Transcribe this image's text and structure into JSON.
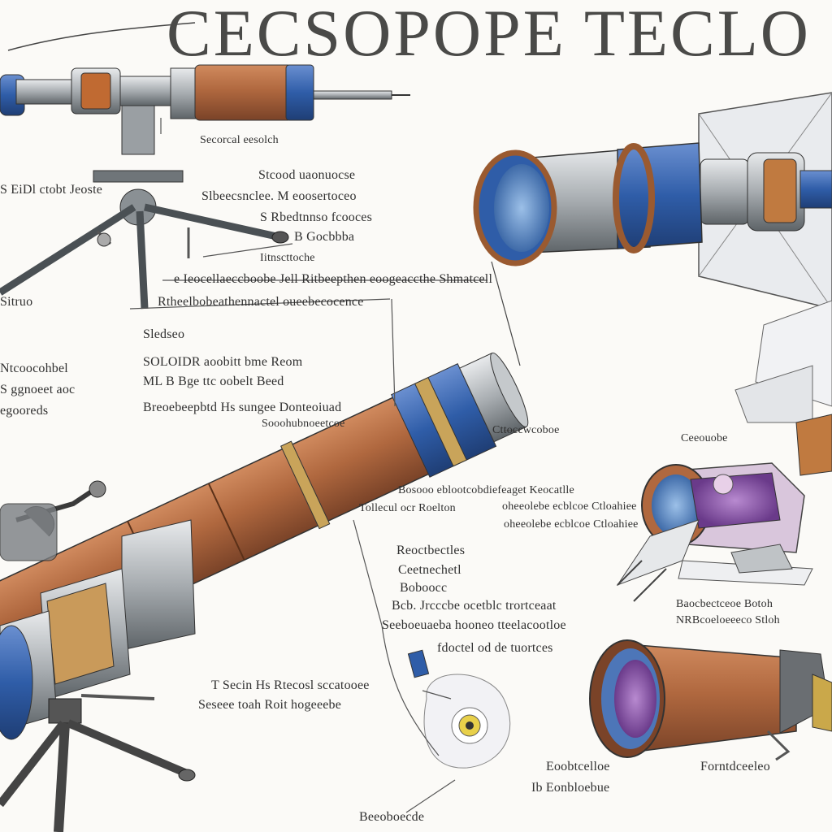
{
  "title": "CECSOPOPE TECLO",
  "colors": {
    "copper": "#b0683f",
    "copper_dark": "#7a4328",
    "steel": "#9da2a6",
    "steel_dark": "#5e6468",
    "blue": "#2f5da8",
    "lens_blue": "#5a87c6",
    "lens_violet": "#8a5aa8",
    "brass": "#c9a45a",
    "leader": "#555555"
  },
  "labels": [
    {
      "id": "a",
      "text": "Secorcal eesolch"
    },
    {
      "id": "b",
      "text": "S EiDl ctobt Jeoste"
    },
    {
      "id": "c",
      "text": "Stcood uaonuocse"
    },
    {
      "id": "d",
      "text": "Slbeecsnclee. M eoosertoceo"
    },
    {
      "id": "e",
      "text": "S Rbedtnnso fcooces"
    },
    {
      "id": "f",
      "text": "B Gocbbba"
    },
    {
      "id": "g",
      "text": "Iitnscttoche"
    },
    {
      "id": "h",
      "text": "e Ieocellaeccboobe Jell Ritbeepthen eoogeaccthe Shmatcell"
    },
    {
      "id": "i",
      "text": "Rtheelbobeathennactel oueebecocence"
    },
    {
      "id": "j",
      "text": "Sitruo"
    },
    {
      "id": "k",
      "text": "Sledseo"
    },
    {
      "id": "l",
      "text": "SOLOIDR aoobitt bme Reom"
    },
    {
      "id": "m",
      "text": "ML B Bge ttc oobelt Beed"
    },
    {
      "id": "n",
      "text": "Ntcoocohbel"
    },
    {
      "id": "o",
      "text": "S ggnoeet aoc"
    },
    {
      "id": "p",
      "text": "egooreds"
    },
    {
      "id": "q",
      "text": "Breoebeepbtd Hs sungee Donteoiuad"
    },
    {
      "id": "r",
      "text": "Sooohubnoeetcoe"
    },
    {
      "id": "s",
      "text": "Cttoccwcoboe"
    },
    {
      "id": "t",
      "text": "Ceeouobe"
    },
    {
      "id": "u",
      "text": "Bosooo eblootcobdiefeaget Keocatlle"
    },
    {
      "id": "v",
      "text": "Tollecul ocr Roelton"
    },
    {
      "id": "w",
      "text": "oheeolebe ecblcoe Ctloahiee"
    },
    {
      "id": "x",
      "text": "Reoctbectles"
    },
    {
      "id": "y",
      "text": "Ceetnechetl"
    },
    {
      "id": "z",
      "text": "Boboocc"
    },
    {
      "id": "aa",
      "text": "Bcb. Jrcccbe ocetblc trortceaat"
    },
    {
      "id": "ab",
      "text": "Seeboeuaeba hooneo tteelacootloe"
    },
    {
      "id": "ac",
      "text": "fdoctel od de tuortces"
    },
    {
      "id": "ad",
      "text": "Baocbectceoe Botoh"
    },
    {
      "id": "ae",
      "text": "NRBcoeloeeeco Stloh"
    },
    {
      "id": "af",
      "text": "T Secin Hs Rtecosl sccatooee"
    },
    {
      "id": "ag",
      "text": "Seseee toah Roit hogeeebe"
    },
    {
      "id": "ah",
      "text": "Eoobtcelloe"
    },
    {
      "id": "ai",
      "text": "Ib Eonbloebue"
    },
    {
      "id": "aj",
      "text": "Forntdceeleo"
    },
    {
      "id": "ak",
      "text": "Beeoboecde"
    }
  ]
}
